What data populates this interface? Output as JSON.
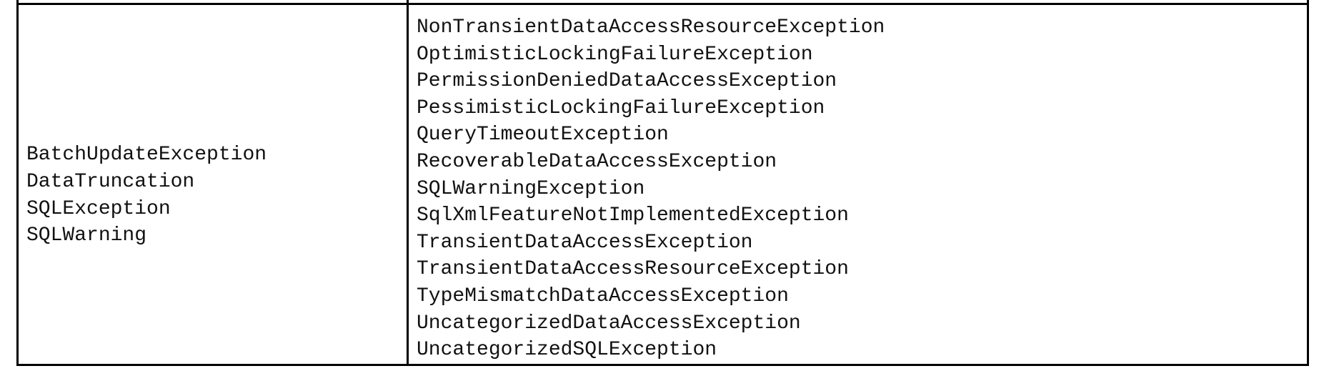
{
  "table": {
    "left_cell": {
      "items": [
        "BatchUpdateException",
        "DataTruncation",
        "SQLException",
        "SQLWarning"
      ]
    },
    "right_cell": {
      "items": [
        "NonTransientDataAccessResourceException",
        "OptimisticLockingFailureException",
        "PermissionDeniedDataAccessException",
        "PessimisticLockingFailureException",
        "QueryTimeoutException",
        "RecoverableDataAccessException",
        "SQLWarningException",
        "SqlXmlFeatureNotImplementedException",
        "TransientDataAccessException",
        "TransientDataAccessResourceException",
        "TypeMismatchDataAccessException",
        "UncategorizedDataAccessException",
        "UncategorizedSQLException"
      ]
    }
  }
}
